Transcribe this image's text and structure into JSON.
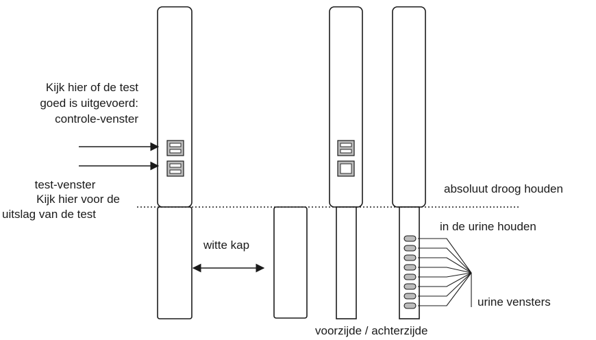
{
  "labels": {
    "control_line1": "Kijk hier of de test",
    "control_line2": "goed is uitgevoerd:",
    "control_line3": "controle-venster",
    "test_line1": "test-venster",
    "test_line2": "Kijk hier voor de",
    "test_line3": "uitslag van de test",
    "cap": "witte kap",
    "dry": "absoluut droog houden",
    "urine": "in de urine houden",
    "windows": "urine vensters",
    "sides": "voorzijde / achterzijde"
  },
  "colors": {
    "stroke": "#1a1a1a",
    "window_fill": "#bcbcbc",
    "background": "#ffffff"
  }
}
